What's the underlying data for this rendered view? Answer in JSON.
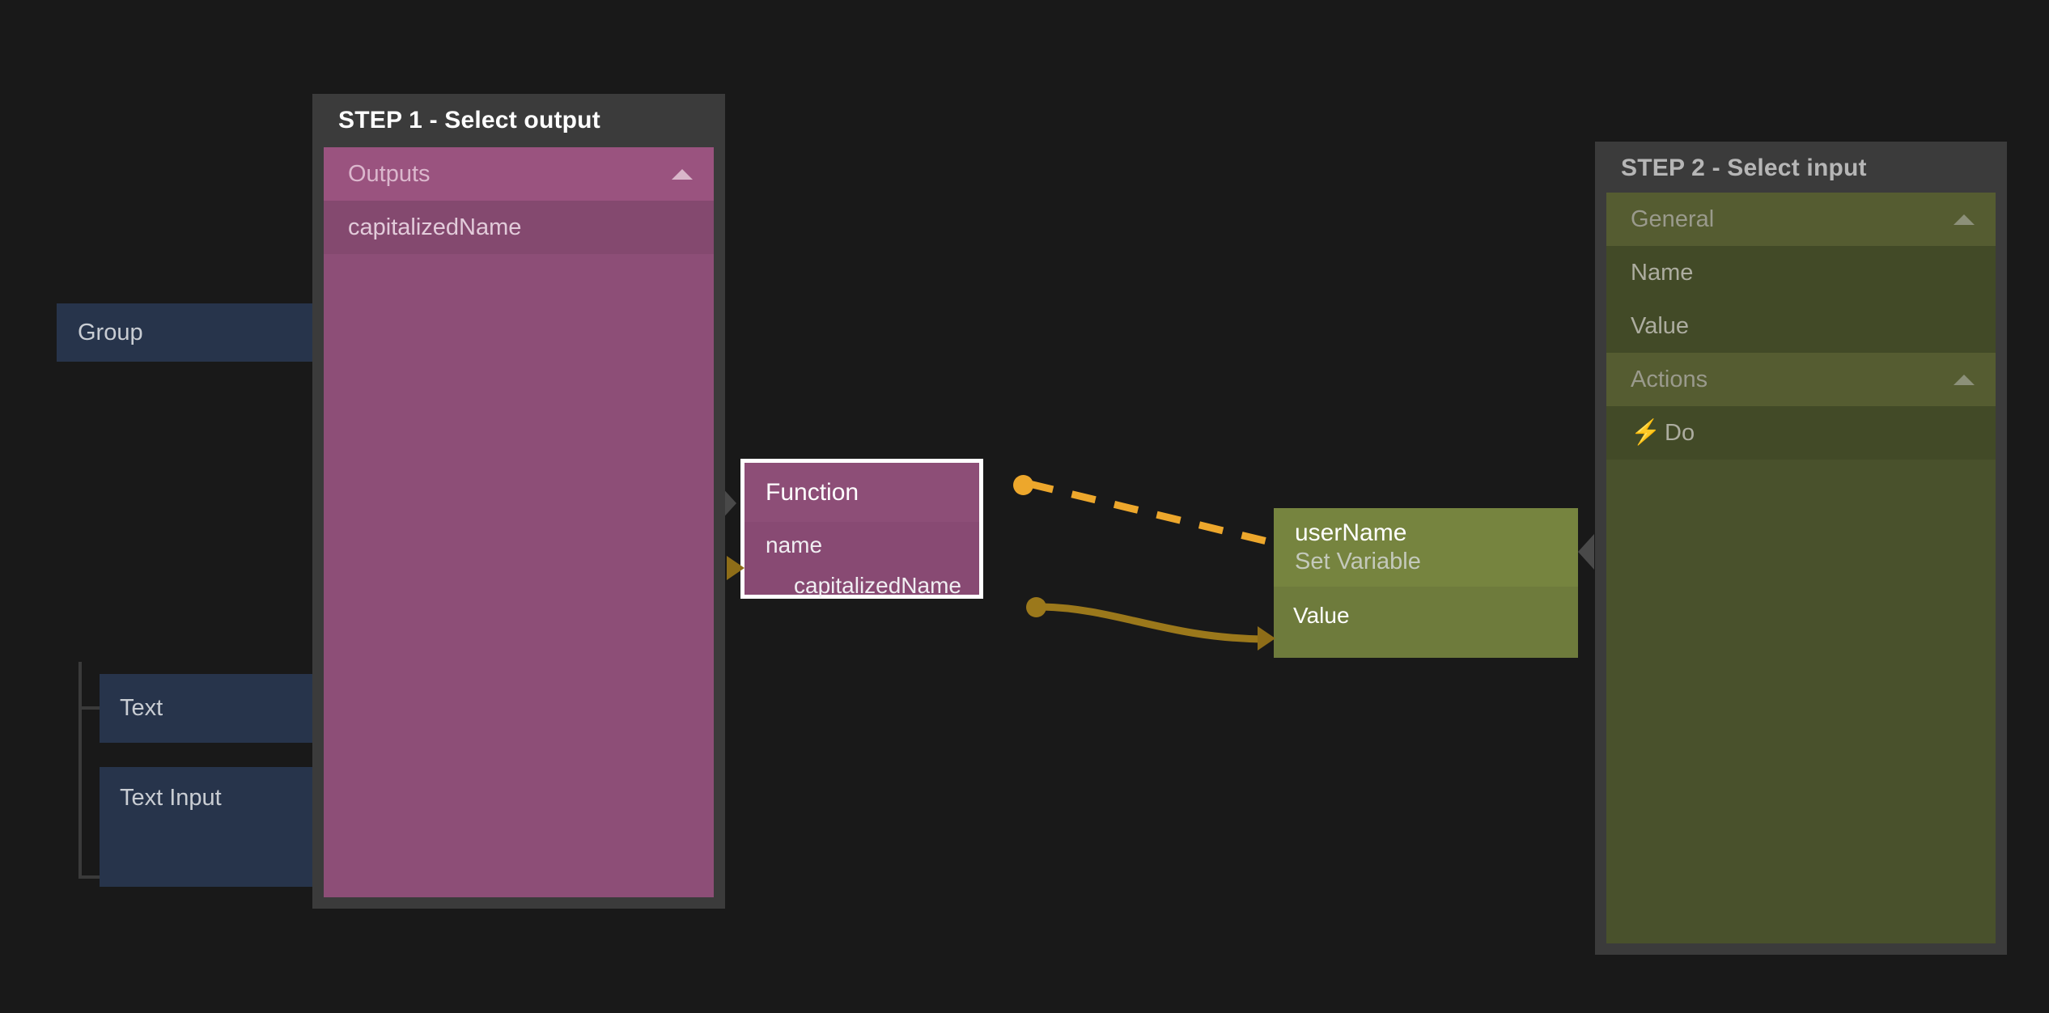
{
  "canvas": {
    "background": "#191919"
  },
  "tree": {
    "nodes": [
      {
        "label": "Group"
      },
      {
        "label": "Text"
      },
      {
        "label": "Text Input"
      }
    ]
  },
  "step1": {
    "title": "STEP 1 - Select output",
    "accent": "#8d4e77",
    "section": {
      "label": "Outputs",
      "chevron": "chevron-up-icon",
      "items": [
        {
          "label": "capitalizedName"
        }
      ]
    }
  },
  "step2": {
    "title": "STEP 2 - Select input",
    "accent": "#49512c",
    "sections": [
      {
        "label": "General",
        "chevron": "chevron-up-icon",
        "items": [
          {
            "label": "Name",
            "icon": ""
          },
          {
            "label": "Value",
            "icon": ""
          }
        ]
      },
      {
        "label": "Actions",
        "chevron": "chevron-up-icon",
        "items": [
          {
            "label": "Do",
            "icon": "⚡"
          }
        ]
      }
    ]
  },
  "graph": {
    "function_node": {
      "title": "Function",
      "input_port": "name",
      "output_port": "capitalizedName",
      "selected": true,
      "color": "#8d4e77"
    },
    "set_variable_node": {
      "title": "userName",
      "subtitle": "Set Variable",
      "input_port": "Value",
      "color": "#76843f"
    },
    "wires": {
      "exec_color": "#eda72c",
      "data_color": "#9b781b"
    }
  }
}
